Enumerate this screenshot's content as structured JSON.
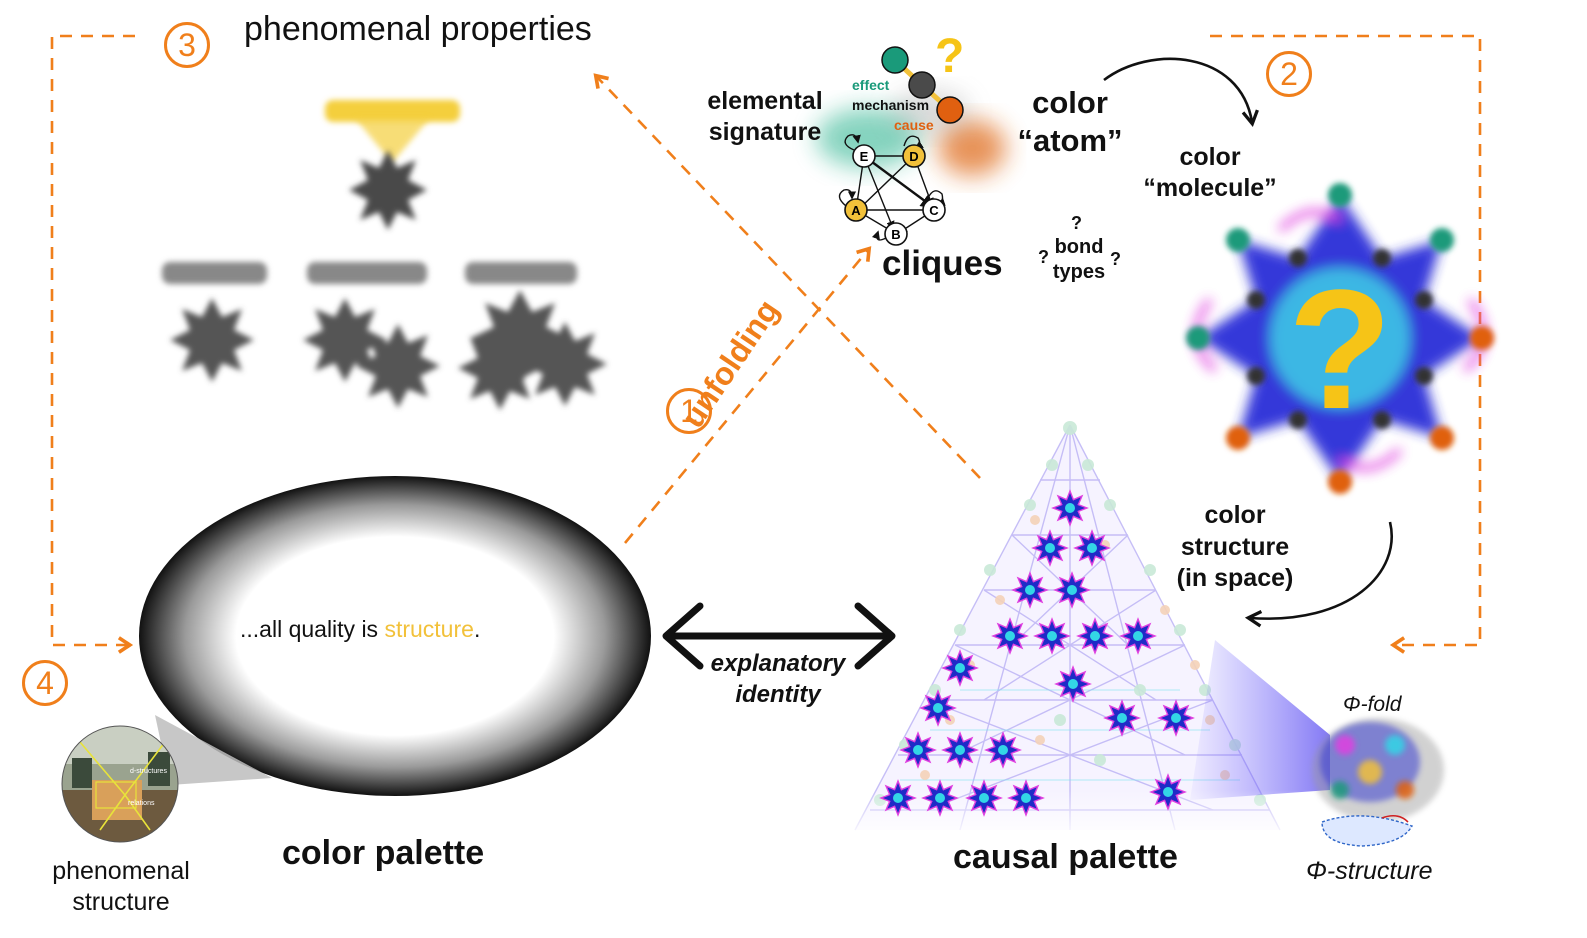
{
  "steps": [
    "1",
    "2",
    "3",
    "4"
  ],
  "heading": "phenomenal properties",
  "signature": {
    "elemental_label": "elemental\nsignature",
    "effect": "effect",
    "mechanism": "mechanism",
    "cause": "cause",
    "question": "?"
  },
  "clique": {
    "label": "cliques",
    "nodes": [
      "E",
      "D",
      "A",
      "C",
      "B"
    ]
  },
  "color_atom": "color\n“atom”",
  "color_molecule": "color\n“molecule”",
  "bond_types": {
    "text": "bond\ntypes",
    "q": "?"
  },
  "molecule_question": "?",
  "unfolding": "unfolding",
  "color_structure": "color\nstructure\n(in space)",
  "quote": {
    "prefix": "...all quality is ",
    "highlight": "structure",
    "suffix": "."
  },
  "explanatory_identity": "explanatory\nidentity",
  "color_palette": "color palette",
  "causal_palette": "causal palette",
  "phenomenal_structure": "phenomenal\nstructure",
  "thumbnail": {
    "label_a": "d-structures",
    "label_b": "relations"
  },
  "phi_fold": "Φ-fold",
  "phi_structure": "Φ-structure",
  "colors": {
    "orange": "#f07f1b",
    "yellow": "#f2c13a",
    "teal": "#1a9a7a",
    "blue": "#1f2bc7",
    "magenta": "#e040e0",
    "cyan": "#33d6e6"
  }
}
